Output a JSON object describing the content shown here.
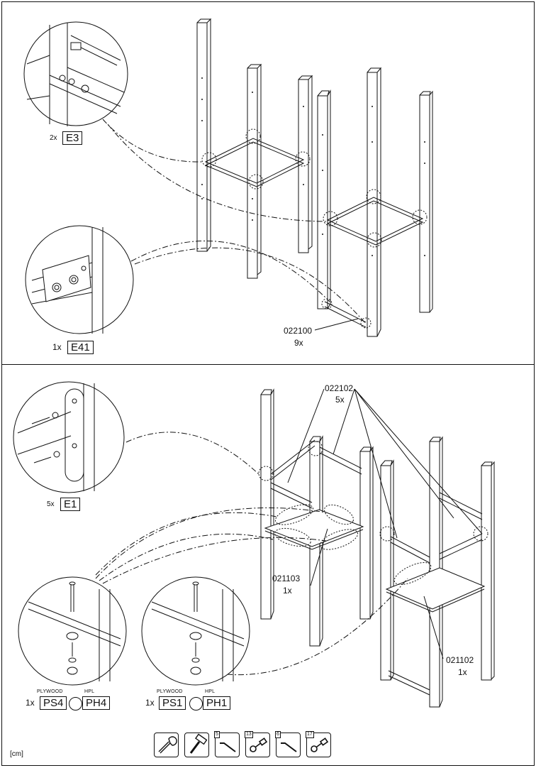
{
  "top_panel": {
    "detail_e3": {
      "qty": "2x",
      "code": "E3"
    },
    "detail_e41": {
      "qty": "1x",
      "code": "E41"
    },
    "part_022100": {
      "code": "022100",
      "qty": "9x"
    }
  },
  "bottom_panel": {
    "detail_e1": {
      "qty": "5x",
      "code": "E1"
    },
    "part_022102": {
      "code": "022102",
      "qty": "5x"
    },
    "part_021103": {
      "code": "021103",
      "qty": "1x"
    },
    "part_021102": {
      "code": "021102",
      "qty": "1x"
    },
    "detail_ps4": {
      "qty": "1x",
      "plywood_label": "PLYWOOD",
      "hpl_label": "HPL",
      "code_a": "PS4",
      "code_b": "PH4"
    },
    "detail_ps1": {
      "qty": "1x",
      "plywood_label": "PLYWOOD",
      "hpl_label": "HPL",
      "code_a": "PS1",
      "code_b": "PH1"
    }
  },
  "tools": [
    {
      "icon": "wrench-icon",
      "number": ""
    },
    {
      "icon": "hammer-icon",
      "number": ""
    },
    {
      "icon": "hex-key-icon",
      "number": "5"
    },
    {
      "icon": "socket-wrench-icon",
      "number": "13"
    },
    {
      "icon": "hex-key-icon",
      "number": "6"
    },
    {
      "icon": "socket-wrench-icon",
      "number": "17"
    }
  ],
  "unit_label": "[cm]"
}
